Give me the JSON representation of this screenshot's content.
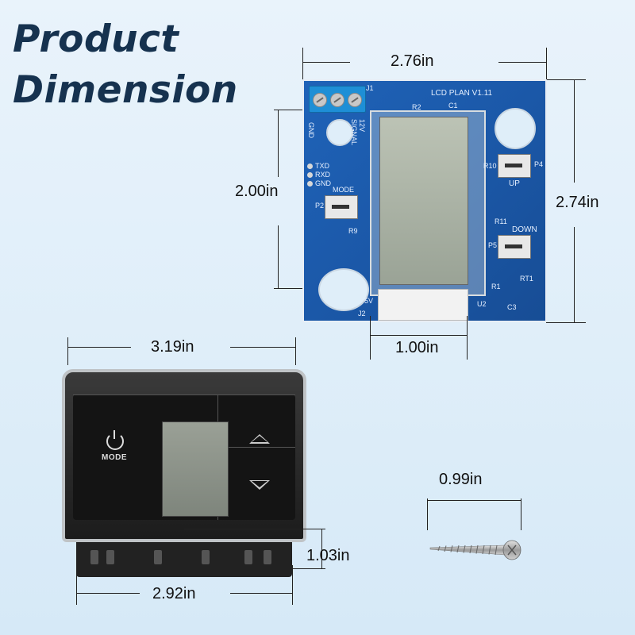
{
  "title": {
    "line1": "Product",
    "line2": "Dimension"
  },
  "dimensions": {
    "pcb_width": "2.76in",
    "pcb_height": "2.74in",
    "lcd_height": "2.00in",
    "lcd_width": "1.00in",
    "device_width": "3.19in",
    "base_width": "2.92in",
    "device_depth": "1.03in",
    "screw_length": "0.99in"
  },
  "pcb_labels": {
    "lcd_plan": "LCD PLAN  V1.11",
    "j1": "J1",
    "j2": "J2",
    "gnd_terminal": "GND",
    "signal": "SIGNAL",
    "v12": "12V",
    "txd": "TXD",
    "rxd": "RXD",
    "gnd": "GND",
    "mode": "MODE",
    "up": "UP",
    "down": "DOWN",
    "p2": "P2",
    "p4": "P4",
    "p5": "P5",
    "r2": "R2",
    "c1": "C1",
    "r9": "R9",
    "r10": "R10",
    "r11": "R11",
    "rt1": "RT1",
    "c3": "C3",
    "r1": "R1",
    "u2": "U2",
    "v5": "5V"
  },
  "device": {
    "mode_label": "MODE"
  },
  "colors": {
    "title": "#16324f",
    "pcb": "#1b58a8",
    "background": "#e3f0fa"
  },
  "icons": {
    "power": "power-icon",
    "up": "up-arrow-icon",
    "down": "down-arrow-icon"
  }
}
